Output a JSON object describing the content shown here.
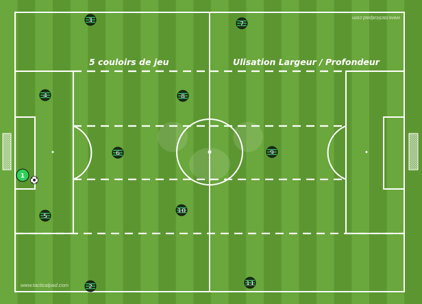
{
  "colors": {
    "grass_light": "#6aa73c",
    "grass_dark": "#5c9631",
    "line": "#ffffff",
    "player_fill": "#1b2a1b",
    "player_stripe": "#2fd15a",
    "goalkeeper_fill": "#2fd15a"
  },
  "annotations": {
    "corridors_label": "5 couloirs de jeu",
    "usage_label": "Ulisation Largeur / Profondeur"
  },
  "watermarks": {
    "bottom_left": "www.tacticalpad.com",
    "top_right_mirrored": "www.tacticalpad.com"
  },
  "ball_icon": "soccer-ball-icon",
  "players": [
    {
      "number": "1",
      "role": "goalkeeper"
    },
    {
      "number": "2",
      "role": "player"
    },
    {
      "number": "3",
      "role": "player"
    },
    {
      "number": "4",
      "role": "player"
    },
    {
      "number": "5",
      "role": "player"
    },
    {
      "number": "6",
      "role": "player"
    },
    {
      "number": "7",
      "role": "player"
    },
    {
      "number": "8",
      "role": "player"
    },
    {
      "number": "9",
      "role": "player"
    },
    {
      "number": "10",
      "role": "player"
    },
    {
      "number": "11",
      "role": "player"
    }
  ]
}
